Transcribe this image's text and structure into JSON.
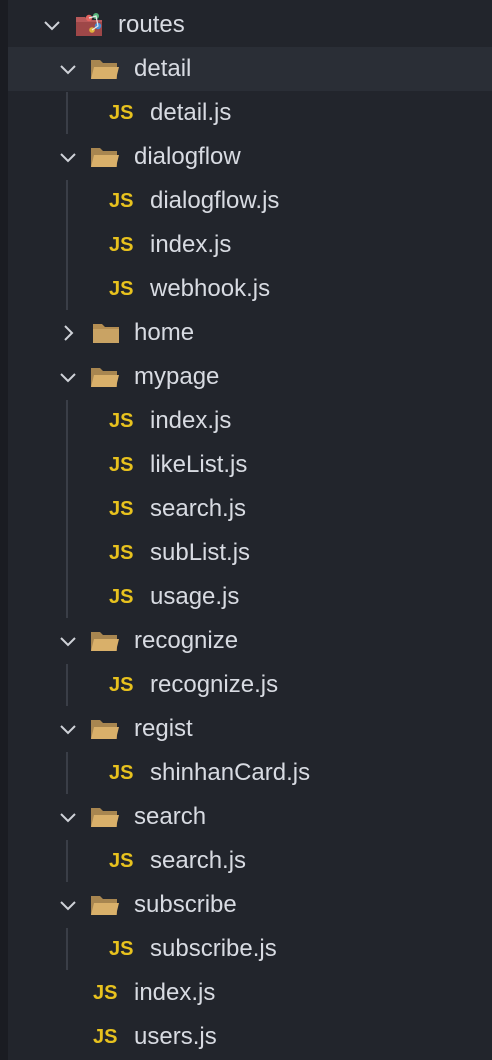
{
  "tree": {
    "root": {
      "label": "routes",
      "icon": "routes-folder-icon",
      "expanded": true
    },
    "items": [
      {
        "label": "detail",
        "type": "folder",
        "expanded": true,
        "selected": true
      },
      {
        "label": "detail.js",
        "type": "file",
        "icon_text": "JS"
      },
      {
        "label": "dialogflow",
        "type": "folder",
        "expanded": true
      },
      {
        "label": "dialogflow.js",
        "type": "file",
        "icon_text": "JS"
      },
      {
        "label": "index.js",
        "type": "file",
        "icon_text": "JS"
      },
      {
        "label": "webhook.js",
        "type": "file",
        "icon_text": "JS"
      },
      {
        "label": "home",
        "type": "folder",
        "expanded": false
      },
      {
        "label": "mypage",
        "type": "folder",
        "expanded": true
      },
      {
        "label": "index.js",
        "type": "file",
        "icon_text": "JS"
      },
      {
        "label": "likeList.js",
        "type": "file",
        "icon_text": "JS"
      },
      {
        "label": "search.js",
        "type": "file",
        "icon_text": "JS"
      },
      {
        "label": "subList.js",
        "type": "file",
        "icon_text": "JS"
      },
      {
        "label": "usage.js",
        "type": "file",
        "icon_text": "JS"
      },
      {
        "label": "recognize",
        "type": "folder",
        "expanded": true
      },
      {
        "label": "recognize.js",
        "type": "file",
        "icon_text": "JS"
      },
      {
        "label": "regist",
        "type": "folder",
        "expanded": true
      },
      {
        "label": "shinhanCard.js",
        "type": "file",
        "icon_text": "JS"
      },
      {
        "label": "search",
        "type": "folder",
        "expanded": true
      },
      {
        "label": "search.js",
        "type": "file",
        "icon_text": "JS"
      },
      {
        "label": "subscribe",
        "type": "folder",
        "expanded": true
      },
      {
        "label": "subscribe.js",
        "type": "file",
        "icon_text": "JS"
      },
      {
        "label": "index.js",
        "type": "file",
        "icon_text": "JS"
      },
      {
        "label": "users.js",
        "type": "file",
        "icon_text": "JS"
      }
    ]
  },
  "colors": {
    "background": "#22252c",
    "selected_row": "#2a2e36",
    "js_icon": "#e8c21e",
    "folder": "#c9a364",
    "text": "#d8dbe2"
  }
}
